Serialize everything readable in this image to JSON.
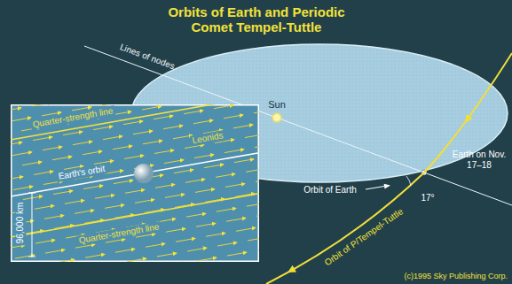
{
  "diagram": {
    "title": "Orbits of Earth and Periodic Comet Tempel-Tuttle",
    "nodes": [
      {
        "text": [
          "Quarter-strength line",
          "Leonids",
          "Earth's orbit",
          "Quarter-strength line",
          "96,000 km"
        ]
      }
    ],
    "labels": [
      "Lines of nodes",
      "Sun",
      "Earth on Nov. 17–18",
      "Orbit of Earth",
      "17°",
      "Orbit of P/Tempel-Tuttle",
      "(c)1995 Sky Publishing Corp."
    ]
  }
}
